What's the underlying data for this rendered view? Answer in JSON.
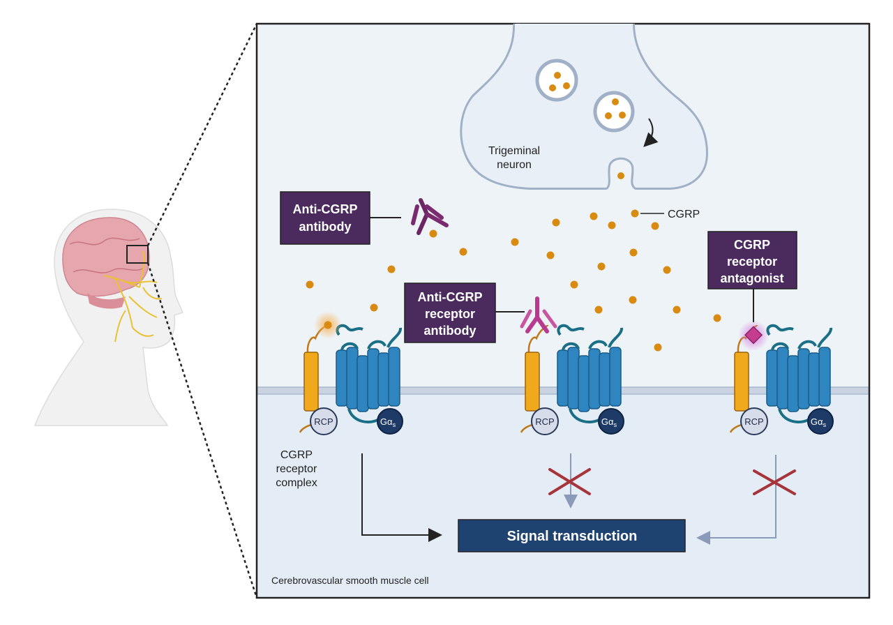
{
  "labels": {
    "trigeminal_line1": "Trigeminal",
    "trigeminal_line2": "neuron",
    "cgrp": "CGRP",
    "receptor_complex_line1": "CGRP",
    "receptor_complex_line2": "receptor",
    "receptor_complex_line3": "complex",
    "cell": "Cerebrovascular smooth muscle cell",
    "rcp": "RCP",
    "gas_main": "Gα",
    "gas_sub": "s"
  },
  "boxes": {
    "anti_cgrp_antibody_line1": "Anti-CGRP",
    "anti_cgrp_antibody_line2": "antibody",
    "anti_receptor_line1": "Anti-CGRP",
    "anti_receptor_line2": "receptor",
    "anti_receptor_line3": "antibody",
    "antagonist_line1": "CGRP",
    "antagonist_line2": "receptor",
    "antagonist_line3": "antagonist",
    "signal": "Signal transduction"
  },
  "colors": {
    "panel_bg": "#eef3f8",
    "cell_bg": "#e4edf6",
    "membrane": "#a9b8cc",
    "label_box": "#4b2a5e",
    "signal_box": "#1f4370",
    "receptor_blue": "#2f85c0",
    "ramp_orange": "#f0a91c",
    "cgrp_dot": "#d88b10",
    "antibody_purple": "#7a2a6e",
    "antibody_magenta": "#b83a8f",
    "x_mark": "#a8343b",
    "gas_navy": "#1e3b68",
    "rcp_fill": "#d7dcea"
  }
}
